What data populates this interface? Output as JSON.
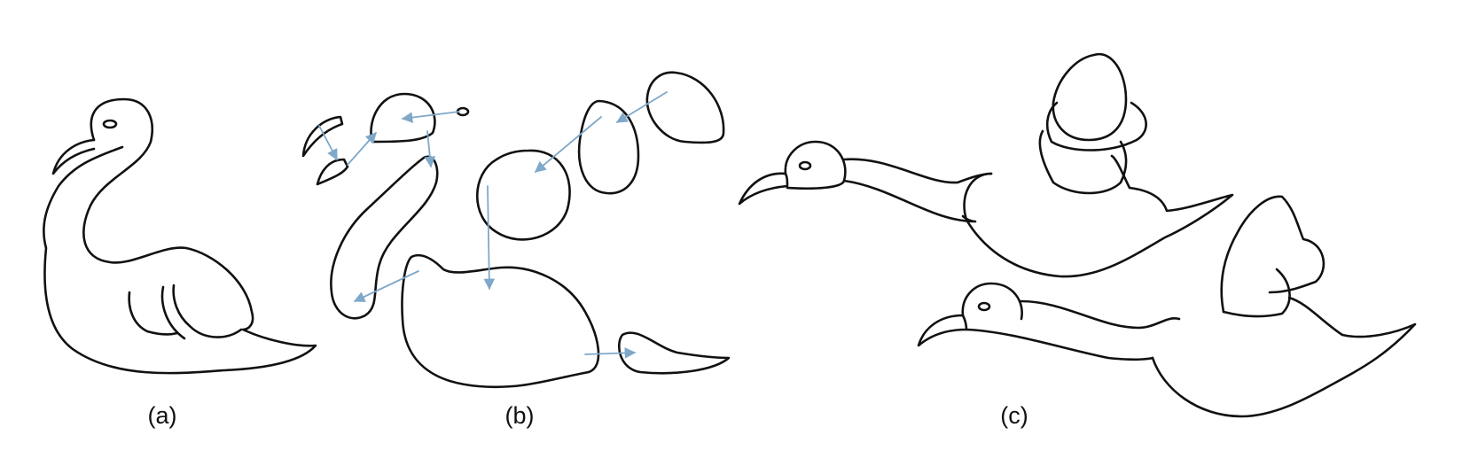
{
  "figure": {
    "panels": [
      {
        "caption": "(a)"
      },
      {
        "caption": "(b)"
      },
      {
        "caption": "(c)"
      }
    ],
    "colors": {
      "outline": "#111111",
      "arrow": "#7fa8c9",
      "background": "#ffffff"
    }
  }
}
